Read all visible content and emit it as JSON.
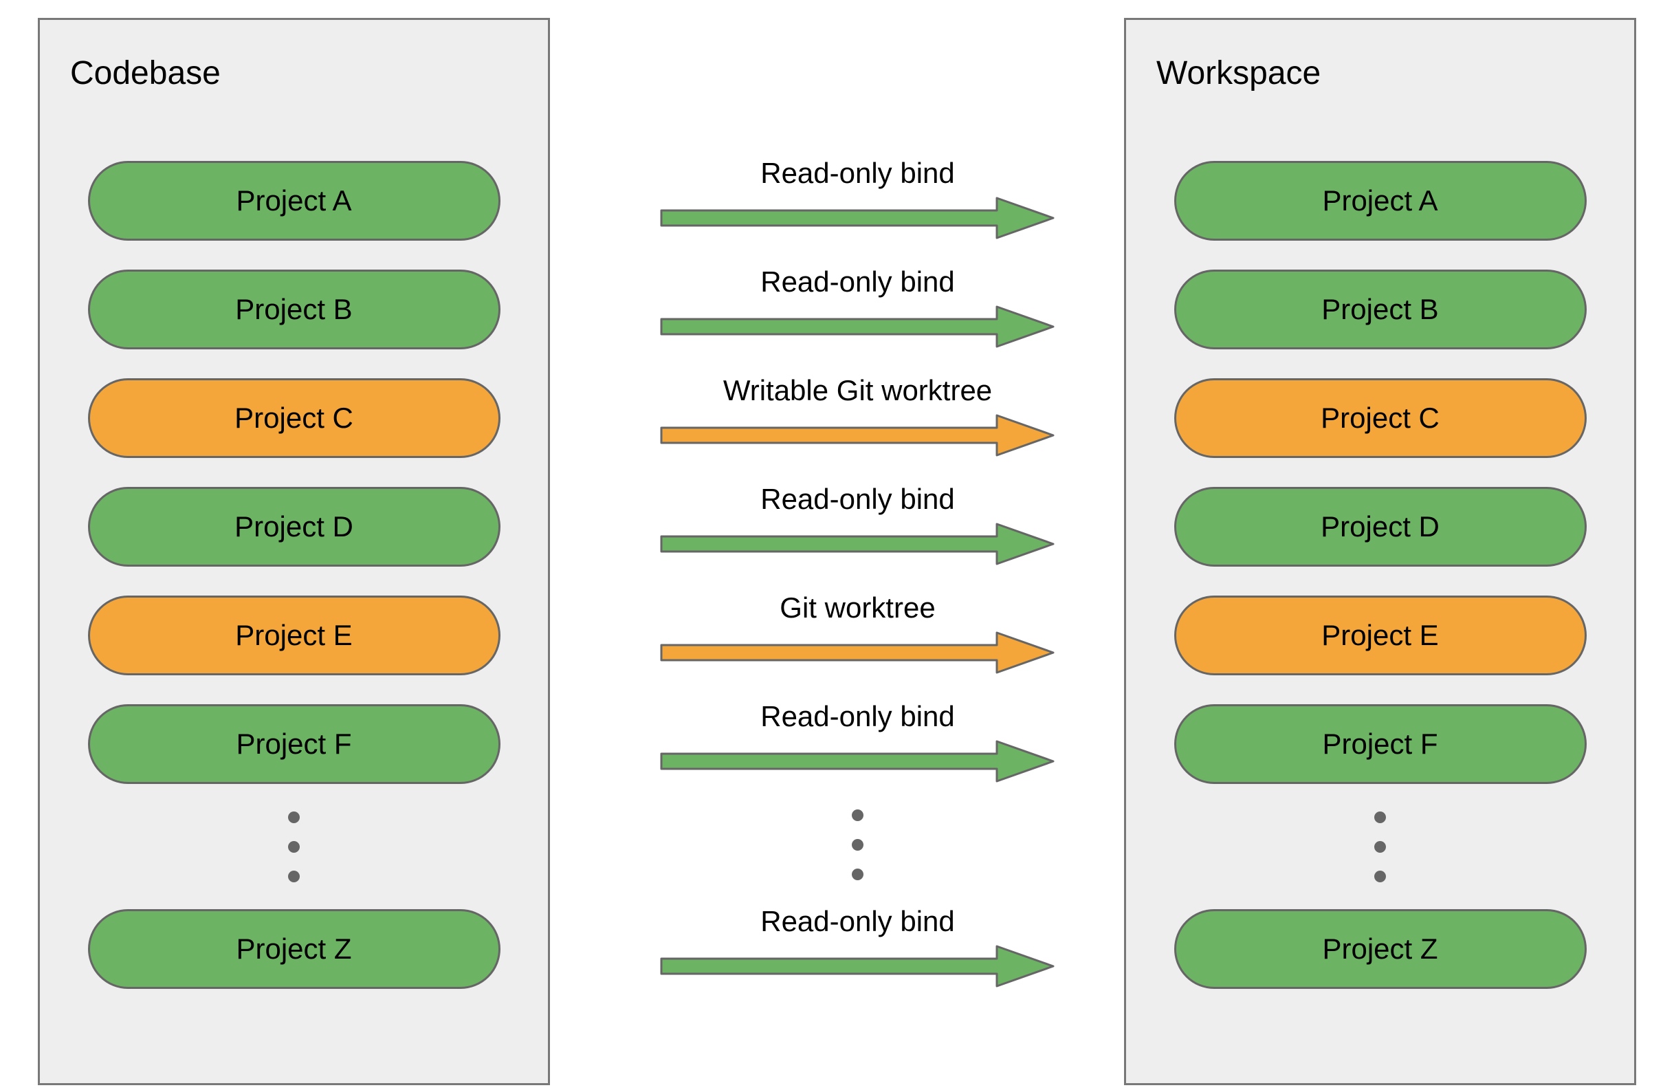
{
  "left_panel": {
    "title": "Codebase"
  },
  "right_panel": {
    "title": "Workspace"
  },
  "rows": [
    {
      "project": "Project A",
      "arrow_label": "Read-only bind",
      "color": "green"
    },
    {
      "project": "Project B",
      "arrow_label": "Read-only bind",
      "color": "green"
    },
    {
      "project": "Project C",
      "arrow_label": "Writable Git worktree",
      "color": "orange"
    },
    {
      "project": "Project D",
      "arrow_label": "Read-only bind",
      "color": "green"
    },
    {
      "project": "Project E",
      "arrow_label": "Git worktree",
      "color": "orange"
    },
    {
      "project": "Project F",
      "arrow_label": "Read-only bind",
      "color": "green"
    },
    {
      "type": "dots"
    },
    {
      "project": "Project Z",
      "arrow_label": "Read-only bind",
      "color": "green"
    }
  ],
  "colors": {
    "green": "#6CB363",
    "orange": "#F4A63A",
    "panel_bg": "#EEEEEE",
    "border": "#666666"
  }
}
